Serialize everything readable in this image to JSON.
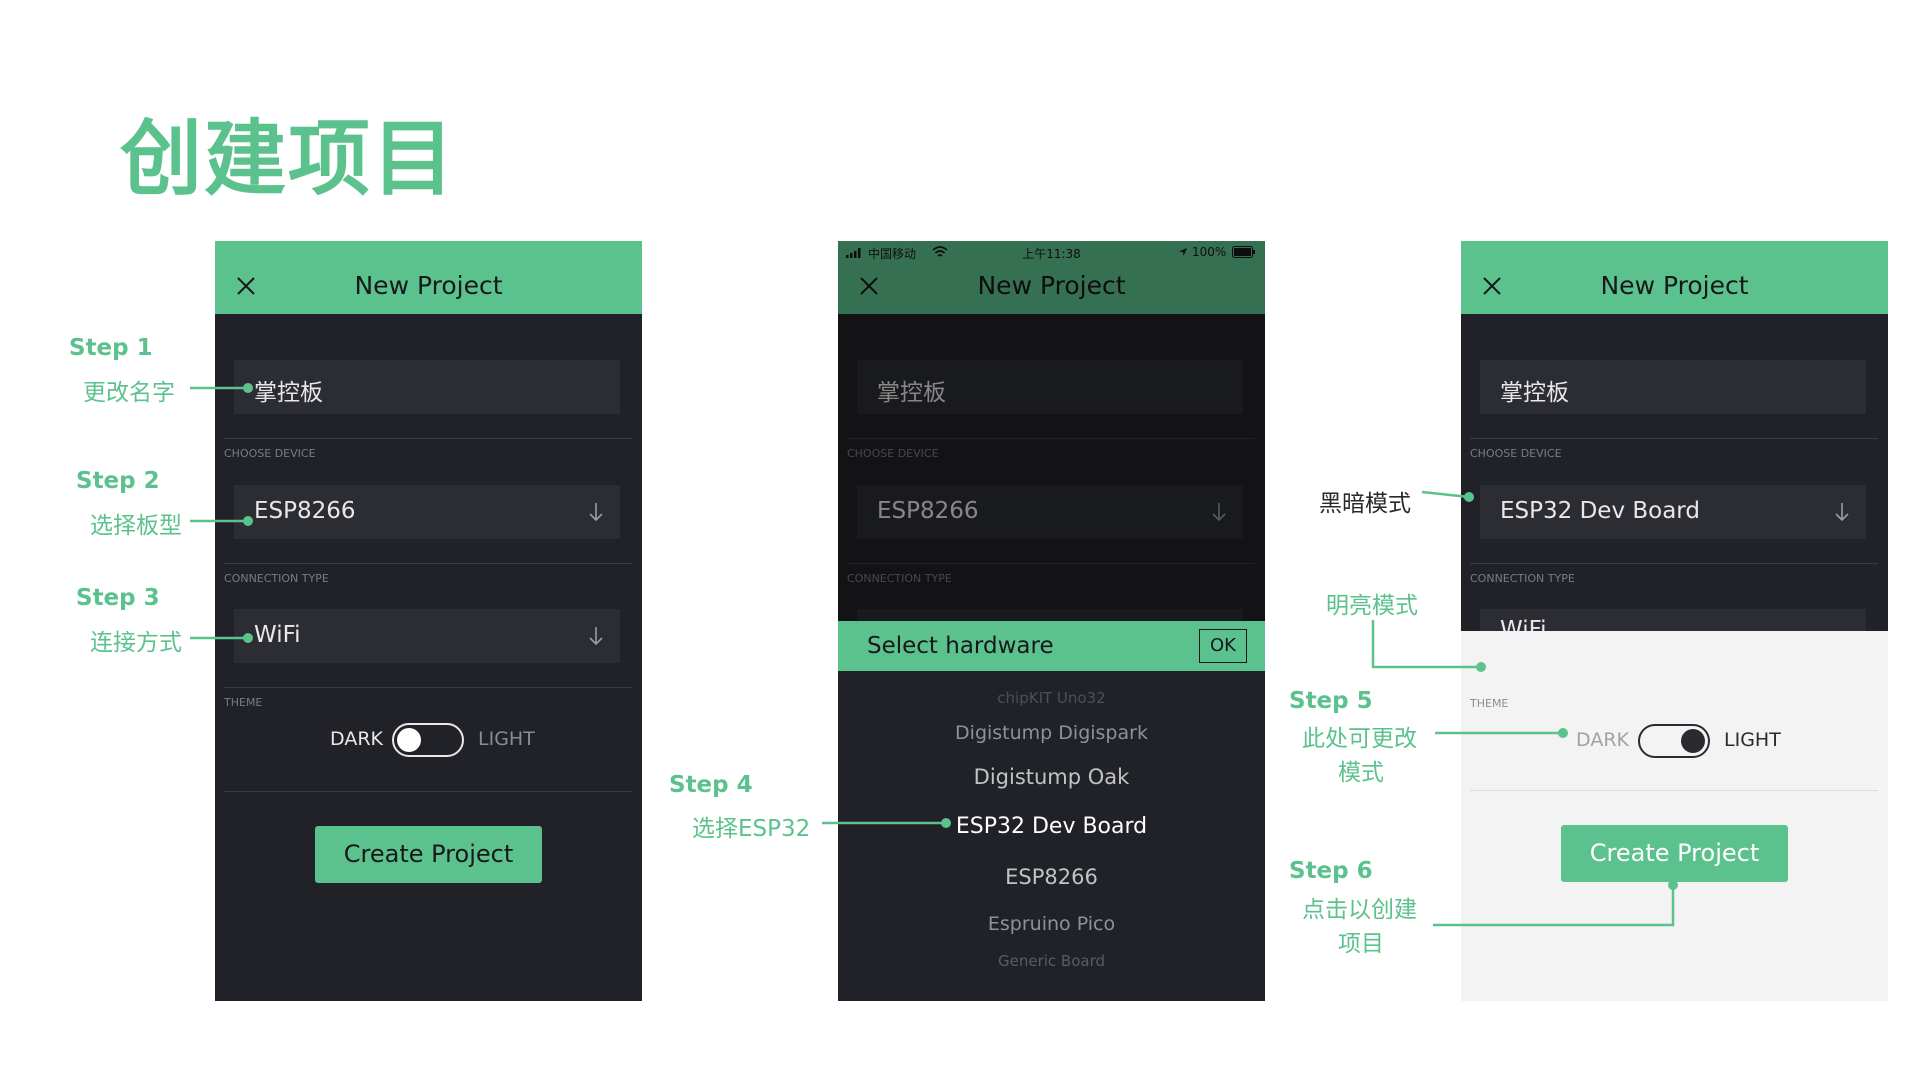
{
  "page": {
    "title": "创建项目"
  },
  "new_project": {
    "title": "New Project",
    "project_name": "掌控板",
    "choose_device_label": "CHOOSE DEVICE",
    "connection_type_label": "CONNECTION TYPE",
    "theme_label": "THEME",
    "dark_label": "DARK",
    "light_label": "LIGHT",
    "create_label": "Create Project",
    "device_1": "ESP8266",
    "connection_1": "WiFi",
    "device_3": "ESP32 Dev Board",
    "connection_3": "WiFi"
  },
  "status_bar": {
    "carrier": "中国移动",
    "time": "上午11:38",
    "battery": "100%"
  },
  "picker": {
    "header": "Select hardware",
    "ok_label": "OK",
    "items": [
      "chipKIT Uno32",
      "Digistump Digispark",
      "Digistump Oak",
      "ESP32 Dev Board",
      "ESP8266",
      "Espruino Pico",
      "Generic Board"
    ],
    "selected": "ESP32 Dev Board"
  },
  "annotations": {
    "step1": {
      "step": "Step 1",
      "text": "更改名字"
    },
    "step2": {
      "step": "Step 2",
      "text": "选择板型"
    },
    "step3": {
      "step": "Step 3",
      "text": "连接方式"
    },
    "step4": {
      "step": "Step 4",
      "text": "选择ESP32"
    },
    "step5": {
      "step": "Step 5",
      "line1": "此处可更改",
      "line2": "模式"
    },
    "step6": {
      "step": "Step 6",
      "line1": "点击以创建",
      "line2": "项目"
    },
    "dark_mode": "黑暗模式",
    "light_mode": "明亮模式"
  },
  "colors": {
    "accent": "#5cc28d",
    "dark_bg": "#212227",
    "field_bg": "#2c2d33",
    "light_bg": "#f3f3f4"
  }
}
